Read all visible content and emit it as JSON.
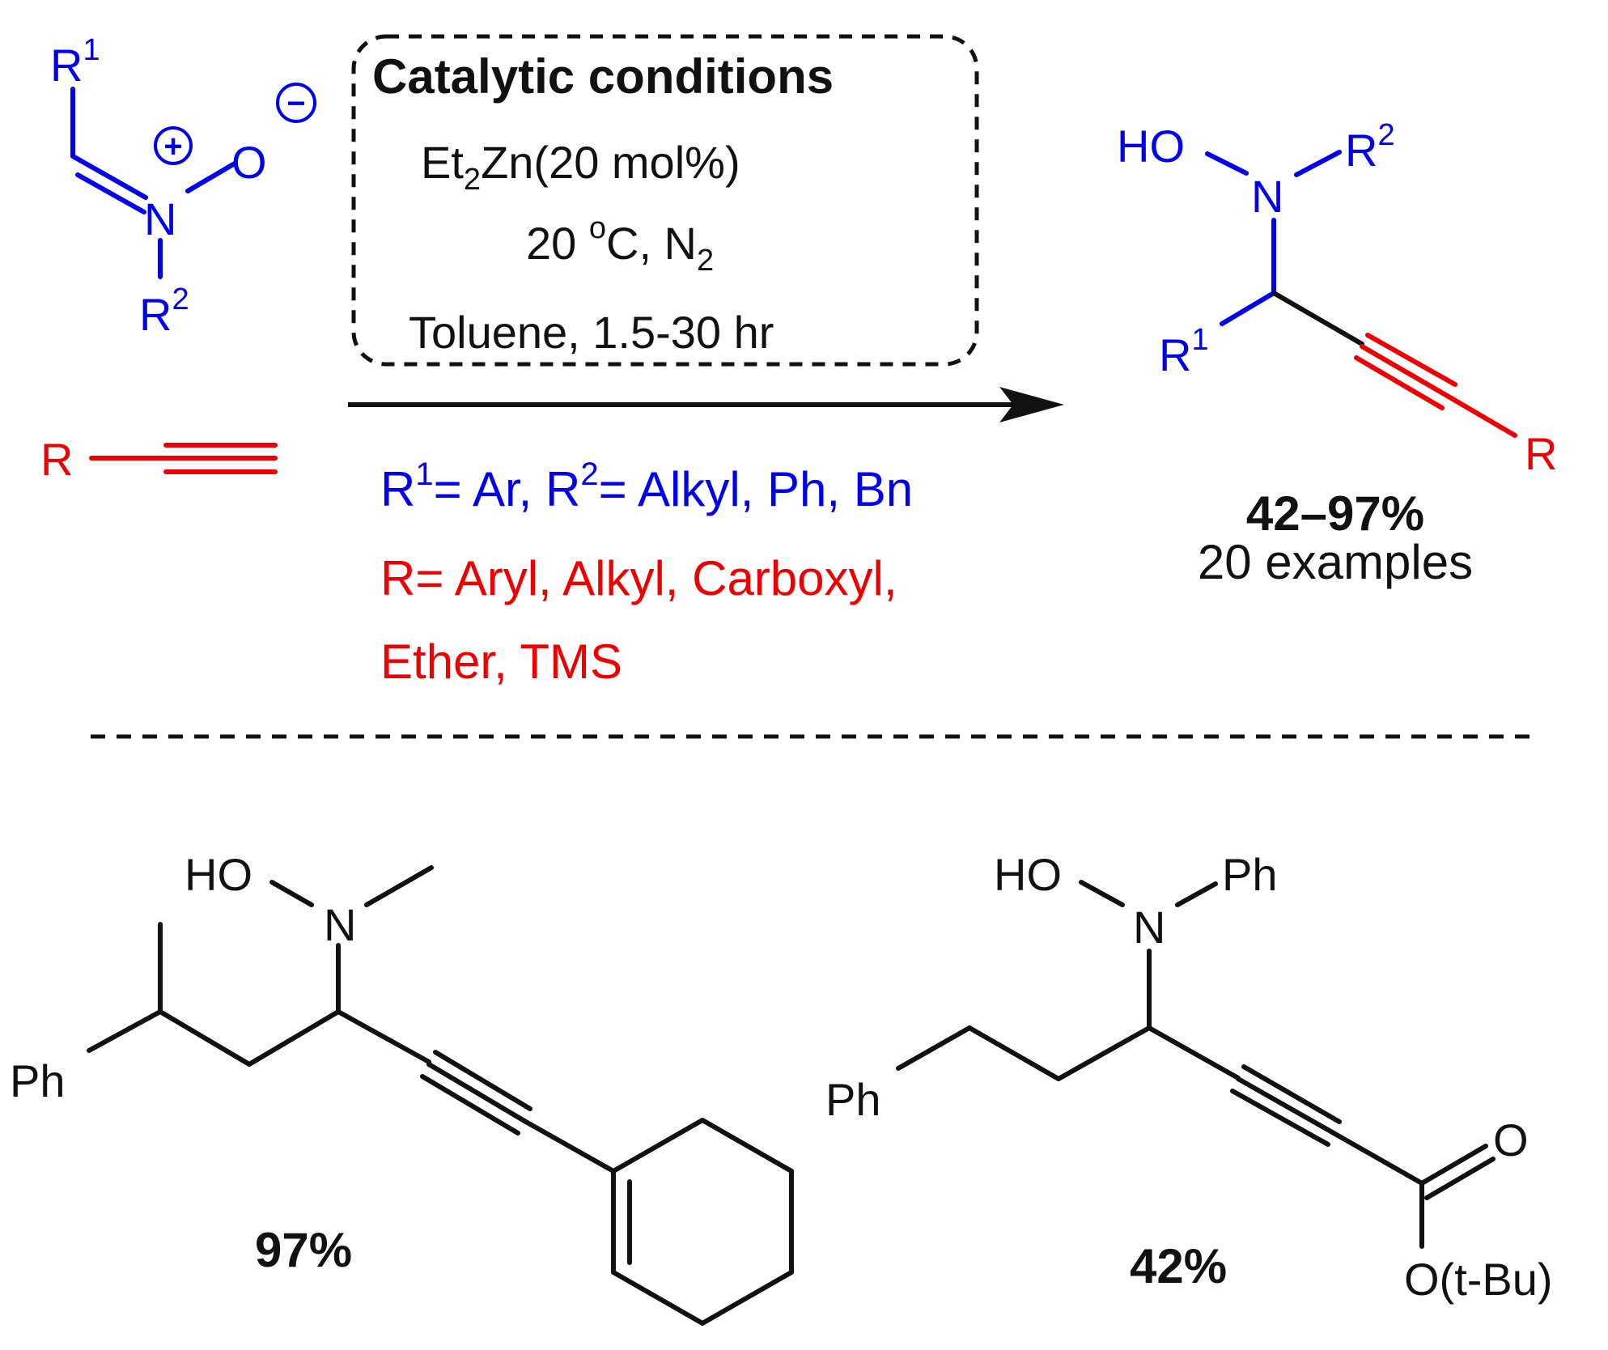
{
  "colors": {
    "blue": "#0000ee",
    "red": "#ee0000",
    "black": "#111111"
  },
  "nitrone": {
    "r1_base": "R",
    "r1_sup": "1",
    "n": "N",
    "o": "O",
    "plus_sign": "+",
    "minus_sign": "−",
    "r2_base": "R",
    "r2_sup": "2"
  },
  "alkyne": {
    "r": "R"
  },
  "conditions": {
    "title": "Catalytic conditions",
    "catalyst_a": "Et",
    "catalyst_sub": "2",
    "catalyst_b": "Zn(20 mol%)",
    "temp_a": "20 ",
    "temp_sup": "o",
    "temp_b": "C, N",
    "temp_sub": "2",
    "solvent": "Toluene, 1.5-30 hr"
  },
  "scope": {
    "line1_a": "R",
    "line1_sup1": "1",
    "line1_b": "= Ar, R",
    "line1_sup2": "2",
    "line1_c": "= Alkyl, Ph, Bn",
    "line2": "R= Aryl, Alkyl, Carboxyl,",
    "line3": "Ether, TMS"
  },
  "product": {
    "ho": "HO",
    "n": "N",
    "r2_base": "R",
    "r2_sup": "2",
    "r1_base": "R",
    "r1_sup": "1",
    "r": "R",
    "yield_range": "42–97%",
    "examples": "20 examples"
  },
  "example1": {
    "ho": "HO",
    "n": "N",
    "ph": "Ph",
    "yield": "97%"
  },
  "example2": {
    "ho": "HO",
    "n": "N",
    "ph_n": "Ph",
    "ph": "Ph",
    "o": "O",
    "otbu": "O(t-Bu)",
    "yield": "42%"
  }
}
